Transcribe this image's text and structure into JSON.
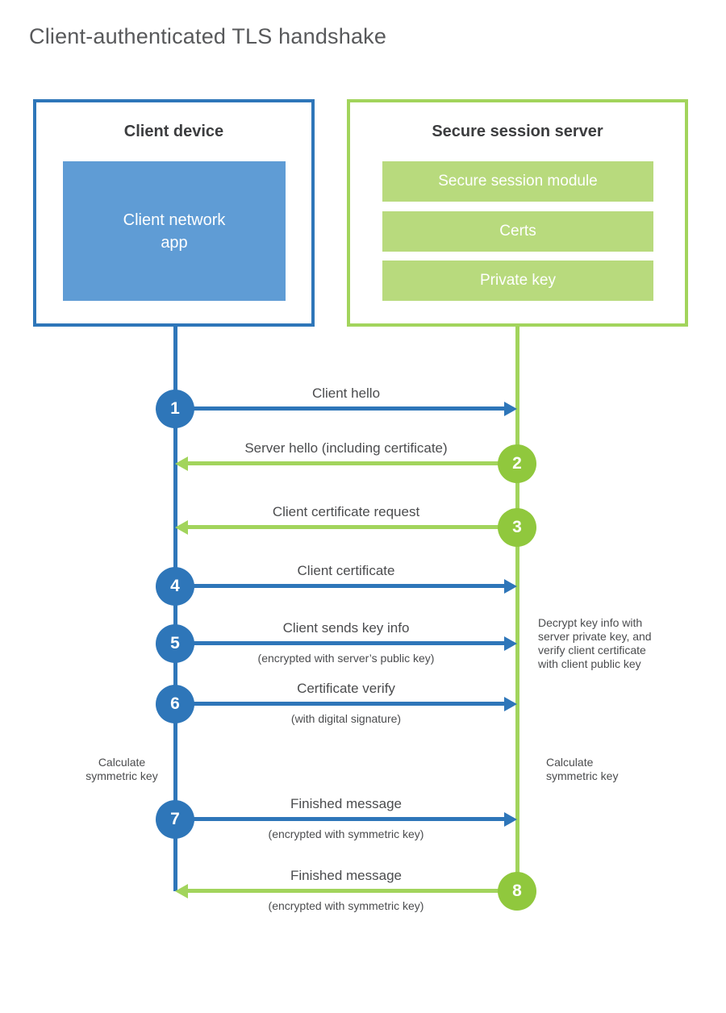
{
  "title": "Client-authenticated TLS handshake",
  "colors": {
    "client_blue": "#2e76b9",
    "client_fill_blue": "#5f9cd5",
    "server_green_border": "#a2d45c",
    "server_green_circle": "#90c83d",
    "server_green_fill": "#b8da7d",
    "text_dark": "#3c3d3f",
    "text_label": "#4b4c4e"
  },
  "client": {
    "header": "Client device",
    "app_label": "Client network\napp"
  },
  "server": {
    "header": "Secure session server",
    "modules": [
      "Secure session module",
      "Certs",
      "Private key"
    ]
  },
  "messages": [
    {
      "number": "1",
      "label": "Client hello",
      "sublabel": "",
      "from": "client"
    },
    {
      "number": "2",
      "label": "Server hello (including certificate)",
      "sublabel": "",
      "from": "server"
    },
    {
      "number": "3",
      "label": "Client certificate request",
      "sublabel": "",
      "from": "server"
    },
    {
      "number": "4",
      "label": "Client certificate",
      "sublabel": "",
      "from": "client"
    },
    {
      "number": "5",
      "label": "Client sends key info",
      "sublabel": "(encrypted with server’s public key)",
      "from": "client"
    },
    {
      "number": "6",
      "label": "Certificate verify",
      "sublabel": "(with digital signature)",
      "from": "client"
    },
    {
      "number": "7",
      "label": "Finished message",
      "sublabel": "(encrypted with symmetric key)",
      "from": "client"
    },
    {
      "number": "8",
      "label": "Finished message",
      "sublabel": "(encrypted with symmetric key)",
      "from": "server"
    }
  ],
  "notes": {
    "decrypt": "Decrypt key info with\nserver private key, and\nverify client certificate\nwith client public key",
    "calc_left": "Calculate\nsymmetric key",
    "calc_right": "Calculate\nsymmetric key"
  }
}
